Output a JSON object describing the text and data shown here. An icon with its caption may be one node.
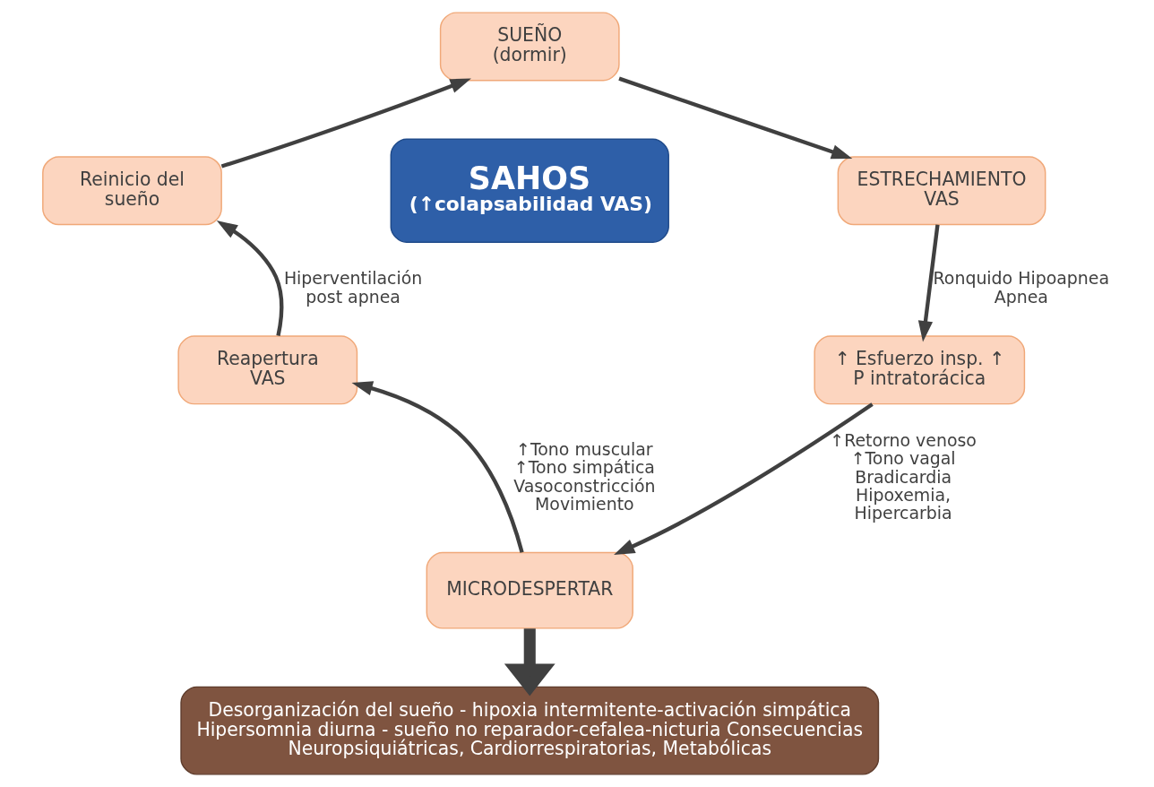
{
  "diagram": {
    "nodes": [
      {
        "text": [
          "SUEÑO (dormir)"
        ]
      },
      {
        "text": [
          "ESTRECHAMIENTO VAS"
        ]
      },
      {
        "text": [
          "↑ Esfuerzo insp. ↑ P intratorácica"
        ]
      },
      {
        "text": [
          "MICRODESPERTAR"
        ]
      },
      {
        "text": [
          "Reapertura VAS"
        ]
      },
      {
        "text": [
          "Reinicio del sueño"
        ]
      },
      {
        "text": [
          "SAHOS",
          "(↑colapsabilidad VAS)"
        ]
      },
      {
        "text": [
          "Desorganización del sueño - hipoxia intermitente-activación simpática Hipersomnia diurna - sueño no reparador-cefalea-nicturia Consecuencias Neuropsiquiátricas, Cardiorrespiratorias, Metabólicas"
        ]
      }
    ],
    "edges": [
      {
        "from": 0,
        "to": 1,
        "arrow": "to"
      },
      {
        "from": 1,
        "to": 2,
        "arrow": "to",
        "label": "Ronquido Hipoapnea Apnea"
      },
      {
        "from": 2,
        "to": 3,
        "arrow": "to",
        "label": "↑Retorno venoso ↑Tono vagal Bradicardia Hipoxemia, Hipercarbia"
      },
      {
        "from": 3,
        "to": 4,
        "arrow": "to",
        "label": "↑Tono muscular ↑Tono simpática Vasoconstricción Movimiento"
      },
      {
        "from": 4,
        "to": 5,
        "arrow": "to",
        "label": "Hiperventilación post apnea"
      },
      {
        "from": 5,
        "to": 0,
        "arrow": "to"
      },
      {
        "from": 3,
        "to": 7,
        "arrow": "to",
        "style": "thick"
      }
    ]
  }
}
